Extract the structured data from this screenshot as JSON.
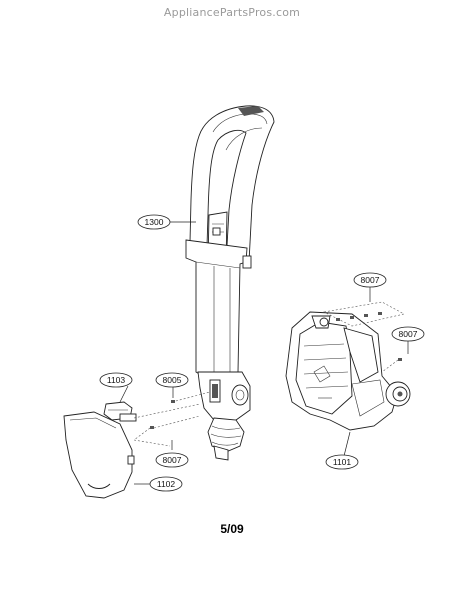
{
  "header": {
    "watermark": "AppliancePartsPros.com"
  },
  "footer": {
    "page_label": "5/09"
  },
  "callouts": {
    "handle": "1300",
    "bracket_top": "1103",
    "screw_left": "8005",
    "screw_bottom": "8007",
    "cover": "1102",
    "screws_top_right": "8007",
    "screw_right": "8007",
    "motor_housing": "1101"
  }
}
